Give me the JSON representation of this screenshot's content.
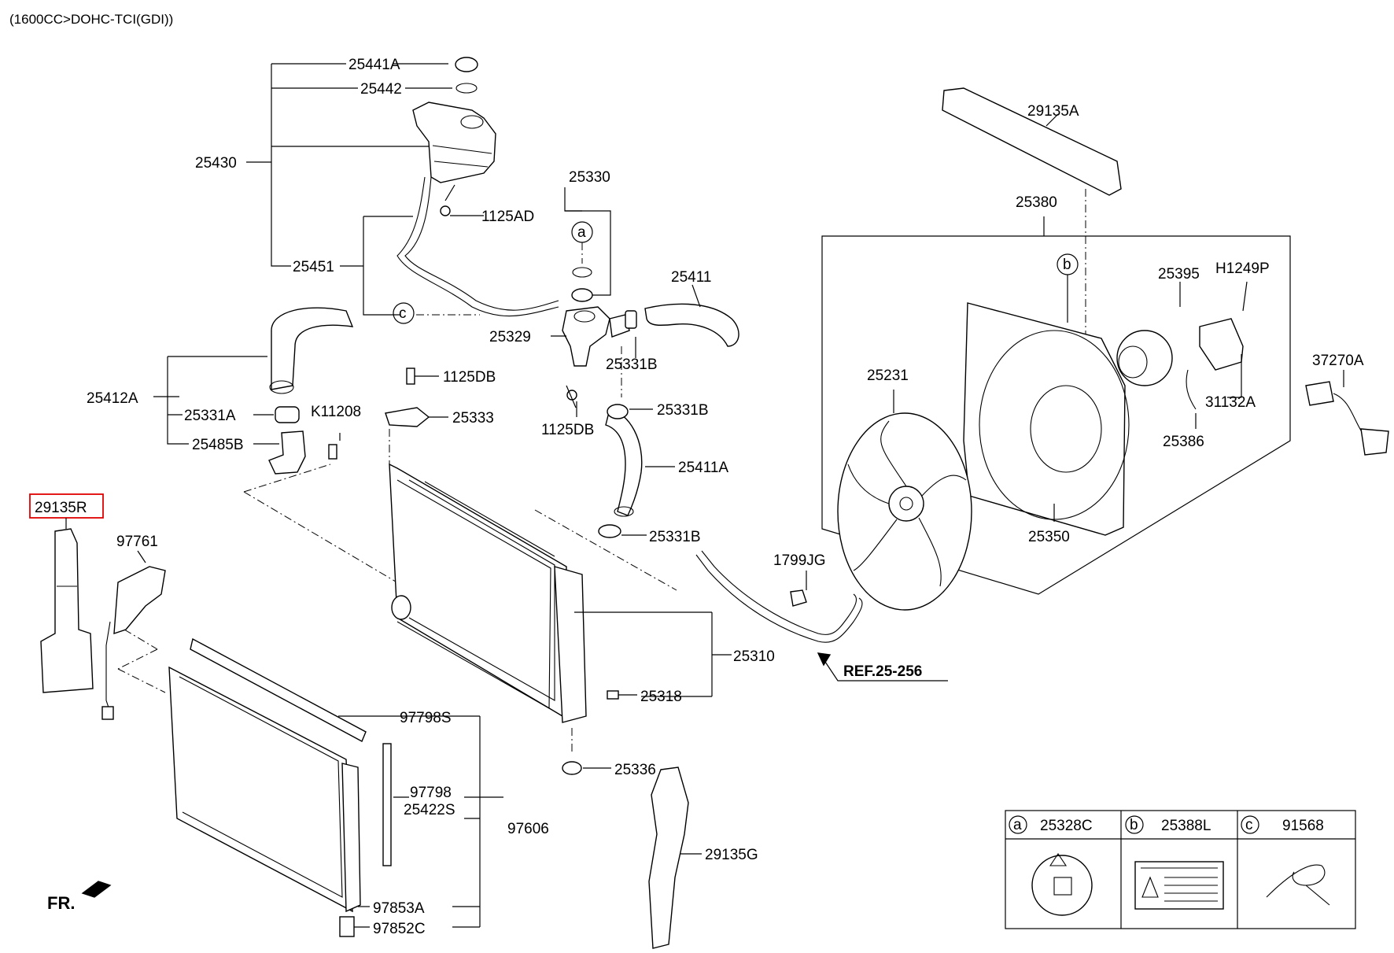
{
  "header": {
    "engine": "(1600CC>DOHC-TCI(GDI))"
  },
  "parts": {
    "p25441A": "25441A",
    "p25442": "25442",
    "p25430": "25430",
    "p1125AD": "1125AD",
    "p25451": "25451",
    "p25330": "25330",
    "p25411": "25411",
    "p25329": "25329",
    "p25331B_1": "25331B",
    "p25331B_2": "25331B",
    "p25331B_3": "25331B",
    "p1125DB_1": "1125DB",
    "p1125DB_2": "1125DB",
    "p25333": "25333",
    "p25412A": "25412A",
    "p25331A": "25331A",
    "pK11208": "K11208",
    "p25485B": "25485B",
    "p25411A": "25411A",
    "p29135R": "29135R",
    "p97761": "97761",
    "p1799JG": "1799JG",
    "p25310": "25310",
    "ref": "REF.25-256",
    "p25318": "25318",
    "p97798S": "97798S",
    "p97798": "97798",
    "p25422S": "25422S",
    "p97606": "97606",
    "p25336": "25336",
    "p29135G": "29135G",
    "p97853A": "97853A",
    "p97852C": "97852C",
    "p29135A": "29135A",
    "p25380": "25380",
    "p25395": "25395",
    "pH1249P": "H1249P",
    "p37270A": "37270A",
    "p25231": "25231",
    "p31132A": "31132A",
    "p25386": "25386",
    "p25350": "25350",
    "fr": "FR."
  },
  "callouts": {
    "a": "a",
    "b": "b",
    "c": "c"
  },
  "legend": {
    "a_letter": "a",
    "a_part": "25328C",
    "b_letter": "b",
    "b_part": "25388L",
    "c_letter": "c",
    "c_part": "91568"
  },
  "highlight": {
    "part": "29135R",
    "color": "#e00000"
  }
}
